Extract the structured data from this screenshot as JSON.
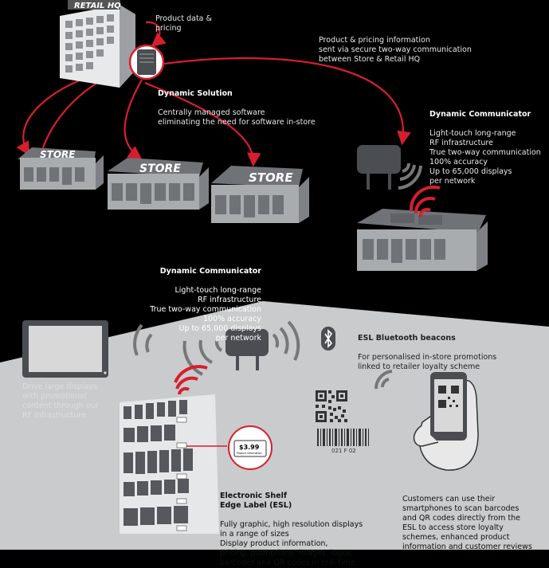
{
  "signs": {
    "hq": "RETAIL HQ",
    "store": "STORE"
  },
  "labels": {
    "hq_data": "Product data &\npricing",
    "secure_comm": "Product & pricing information\nsent via secure two-way communication\nbetween Store & Retail HQ",
    "dynamic_solution": {
      "title": "Dynamic Solution",
      "body": "Centrally managed software\neliminating the need for software in-store"
    },
    "dynamic_communicator_top": {
      "title": "Dynamic Communicator",
      "body": "Light-touch long-range\nRF infrastructure\nTrue two-way communication\n100% accuracy\nUp to 65,000 displays\nper network"
    },
    "dynamic_communicator_mid": {
      "title": "Dynamic Communicator",
      "body": "Light-touch long-range\nRF infrastructure\nTrue two-way communication\n100% accuracy\nUp to 65,000 displays\nper network"
    },
    "esl_bluetooth": {
      "title": "ESL Bluetooth beacons",
      "body": "For personalised in-store promotions\nlinked to retailer loyalty scheme"
    },
    "drive_large": "Drive large displays\nwith promotional\ncontent through our\nRF infrastructure",
    "esl": {
      "title": "Electronic Shelf\nEdge Label (ESL)",
      "body": "Fully graphic, high resolution displays\nin a range of sizes\nDisplay product information,\npricing, promotions, images, logos,\nbarcodes and QR codes in real-time"
    },
    "customers": "Customers can use their\nsmartphones to scan barcodes\nand QR codes directly from the\nESL to access store loyalty\nschemes, enhanced product\ninformation and customer reviews",
    "price_tag": {
      "price": "$3.99",
      "sub": "Product information"
    },
    "barcode_number": "021 F 02"
  },
  "colors": {
    "accent_red": "#d81e2c",
    "floor": "#c9cbcc",
    "building": "#8a8d90",
    "dark_grey": "#4a4d52"
  }
}
